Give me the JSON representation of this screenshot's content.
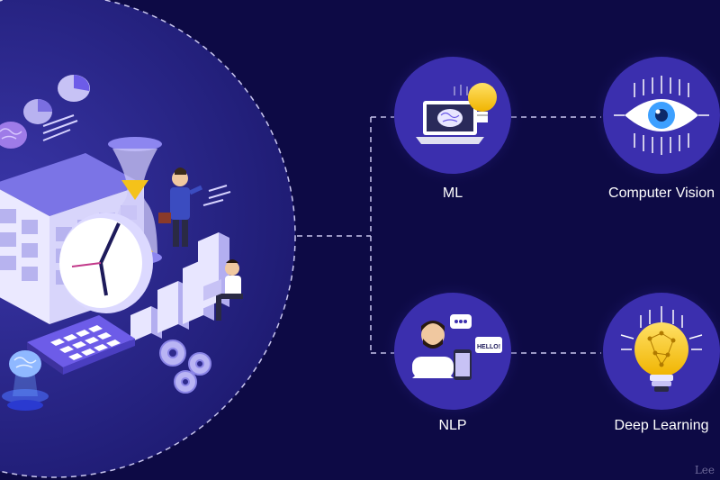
{
  "colors": {
    "background": "#0d0a45",
    "hero_circle": "#2e2a8c",
    "node_circle": "#3b2fae",
    "connector": "#c9c6ee",
    "bulb": "#f4c21a",
    "accent_purple": "#6d5ce8"
  },
  "nodes": [
    {
      "id": "ml",
      "label": "ML",
      "icon": "laptop-brain-bulb-icon"
    },
    {
      "id": "cv",
      "label": "Computer Vision",
      "icon": "circuit-eye-icon"
    },
    {
      "id": "nlp",
      "label": "NLP",
      "icon": "person-chat-phone-icon"
    },
    {
      "id": "dl",
      "label": "Deep Learning",
      "icon": "circuit-bulb-icon"
    }
  ],
  "illustration": {
    "phone_bubble_text": "HELLO!",
    "icons": [
      "brain-icon",
      "pie-chart-icon",
      "calendar-icon",
      "hourglass-icon",
      "clock-icon",
      "businessman-icon",
      "bar-chart-icon",
      "person-laptop-icon",
      "calculator-icon",
      "gears-icon",
      "brain-hologram-icon"
    ]
  },
  "watermark": "Lee"
}
